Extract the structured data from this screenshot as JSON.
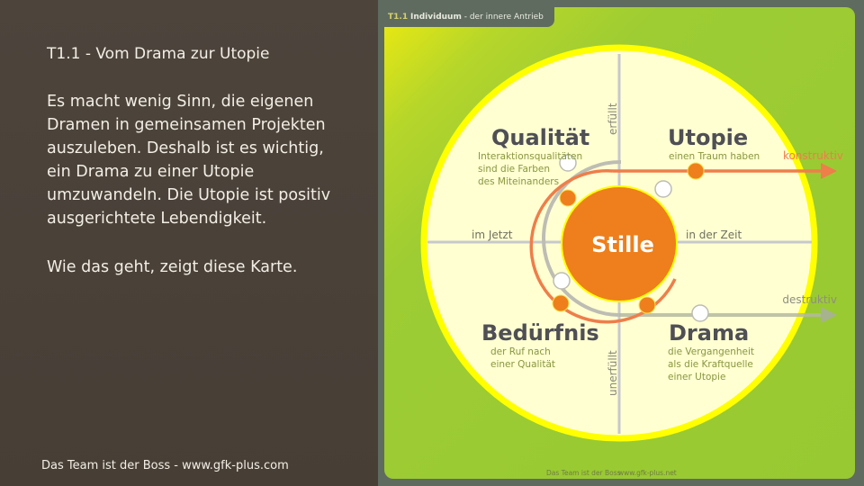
{
  "left_panel": {
    "title": "T1.1 -  Vom Drama zur Utopie",
    "paragraph1": "Es macht wenig Sinn, die eigenen\nDramen in gemeinsamen Projekten\nauszuleben. Deshalb ist es wichtig,\nein Drama zu einer Utopie\numzuwandeln. Die Utopie ist positiv\nausgerichtete Lebendigkeit.",
    "paragraph2": "Wie das geht, zeigt diese Karte.",
    "footer": "Das Team ist der Boss - www.gfk-plus.com"
  },
  "card": {
    "tab_number": "T1.1",
    "tab_title": "Individuum",
    "tab_subtitle": "- der innere Antrieb",
    "center": "Stille",
    "axis_top": "erfüllt",
    "axis_bottom": "unerfüllt",
    "axis_left": "im Jetzt",
    "axis_right": "in der Zeit",
    "arrow_top": "konstruktiv",
    "arrow_bottom": "destruktiv",
    "quadrants": {
      "qualitaet": {
        "title": "Qualität",
        "lines": [
          "Interaktionsqualitäten",
          "sind die Farben",
          "des Miteinanders"
        ]
      },
      "utopie": {
        "title": "Utopie",
        "lines": [
          "einen Traum haben"
        ]
      },
      "beduerfnis": {
        "title": "Bedürfnis",
        "lines": [
          "der Ruf nach",
          "einer Qualität"
        ]
      },
      "drama": {
        "title": "Drama",
        "lines": [
          "die Vergangenheit",
          "als die Kraftquelle",
          "einer Utopie"
        ]
      }
    },
    "footer_left": "Das Team ist der Boss",
    "footer_right": "www.gfk-plus.net",
    "colors": {
      "orange": "#ee7f1c",
      "arrow_orange": "#ee7e4a",
      "green": "#9acb32",
      "yellow": "#ffff00",
      "cream": "#ffffd2",
      "gray": "#bdbdb4"
    }
  }
}
